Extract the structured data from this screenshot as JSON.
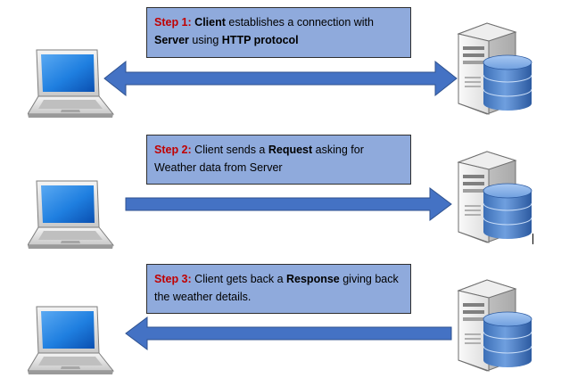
{
  "colors": {
    "box_fill": "#8faadc",
    "arrow": "#4472c4",
    "step_label": "#c00000"
  },
  "icons": {
    "client": "laptop-icon",
    "server": "server-database-icon"
  },
  "steps": [
    {
      "label": "Step 1:",
      "parts": [
        " ",
        "Client",
        " establishes a connection with ",
        "Server",
        " using ",
        "HTTP protocol"
      ],
      "direction": "both"
    },
    {
      "label": "Step 2:",
      "parts": [
        " Client sends a ",
        "Request",
        " asking for Weather data from Server"
      ],
      "direction": "to-server"
    },
    {
      "label": "Step 3:",
      "parts": [
        " Client gets back a ",
        "Response",
        " giving back the weather details."
      ],
      "direction": "to-client"
    }
  ]
}
